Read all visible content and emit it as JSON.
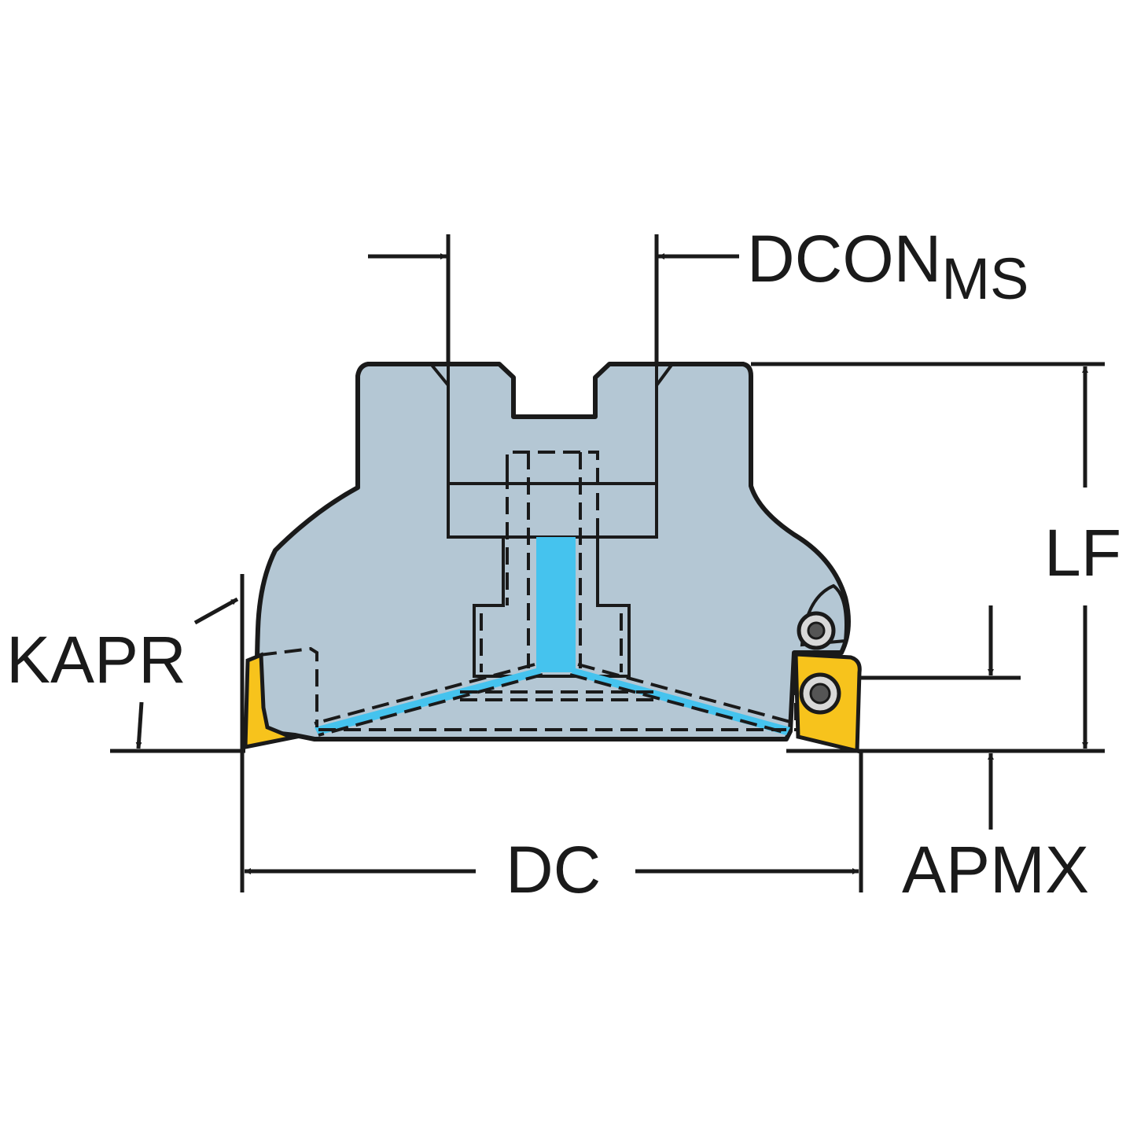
{
  "labels": {
    "dcon": "DCON",
    "dcon_sub": "MS",
    "lf": "LF",
    "kapr": "KAPR",
    "dc": "DC",
    "apmx": "APMX"
  },
  "colors": {
    "body": "#b4c7d4",
    "coolant": "#45c3ee",
    "insert": "#f7c31c",
    "line": "#1a1a1a"
  }
}
